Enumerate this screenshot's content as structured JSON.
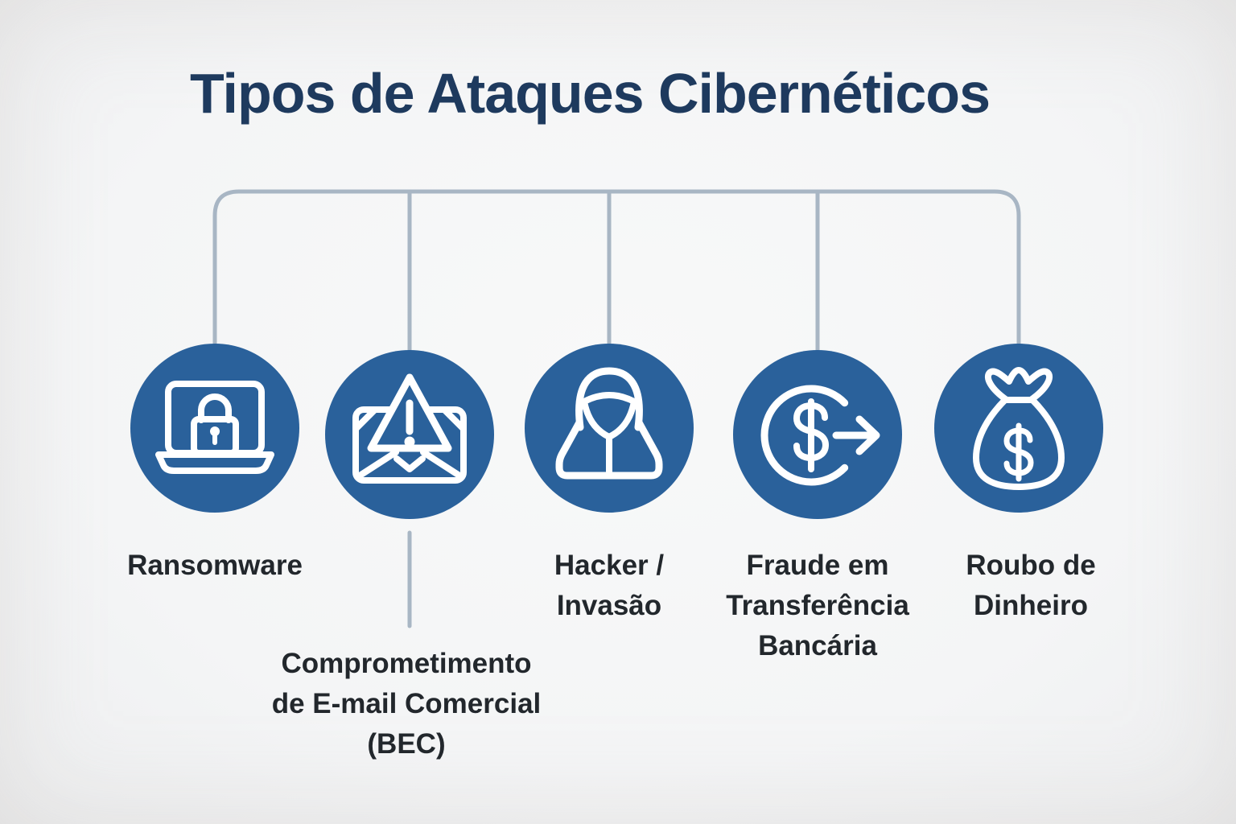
{
  "title": "Tipos de Ataques Cibernéticos",
  "colors": {
    "background": "#F5F6F7",
    "title": "#1E3A5E",
    "label": "#22272C",
    "connector": "#A8B6C4",
    "node_fill": "#2A619B",
    "icon_stroke": "#FFFFFF"
  },
  "nodes": [
    {
      "label": "Ransomware",
      "icon": "laptop-lock-icon"
    },
    {
      "label": "Comprometimento\nde E-mail Comercial\n(BEC)",
      "icon": "email-warning-icon"
    },
    {
      "label": "Hacker /\nInvasão",
      "icon": "hacker-hood-icon"
    },
    {
      "label": "Fraude em\nTransferência\nBancária",
      "icon": "money-transfer-icon"
    },
    {
      "label": "Roubo de\nDinheiro",
      "icon": "money-bag-icon"
    }
  ]
}
